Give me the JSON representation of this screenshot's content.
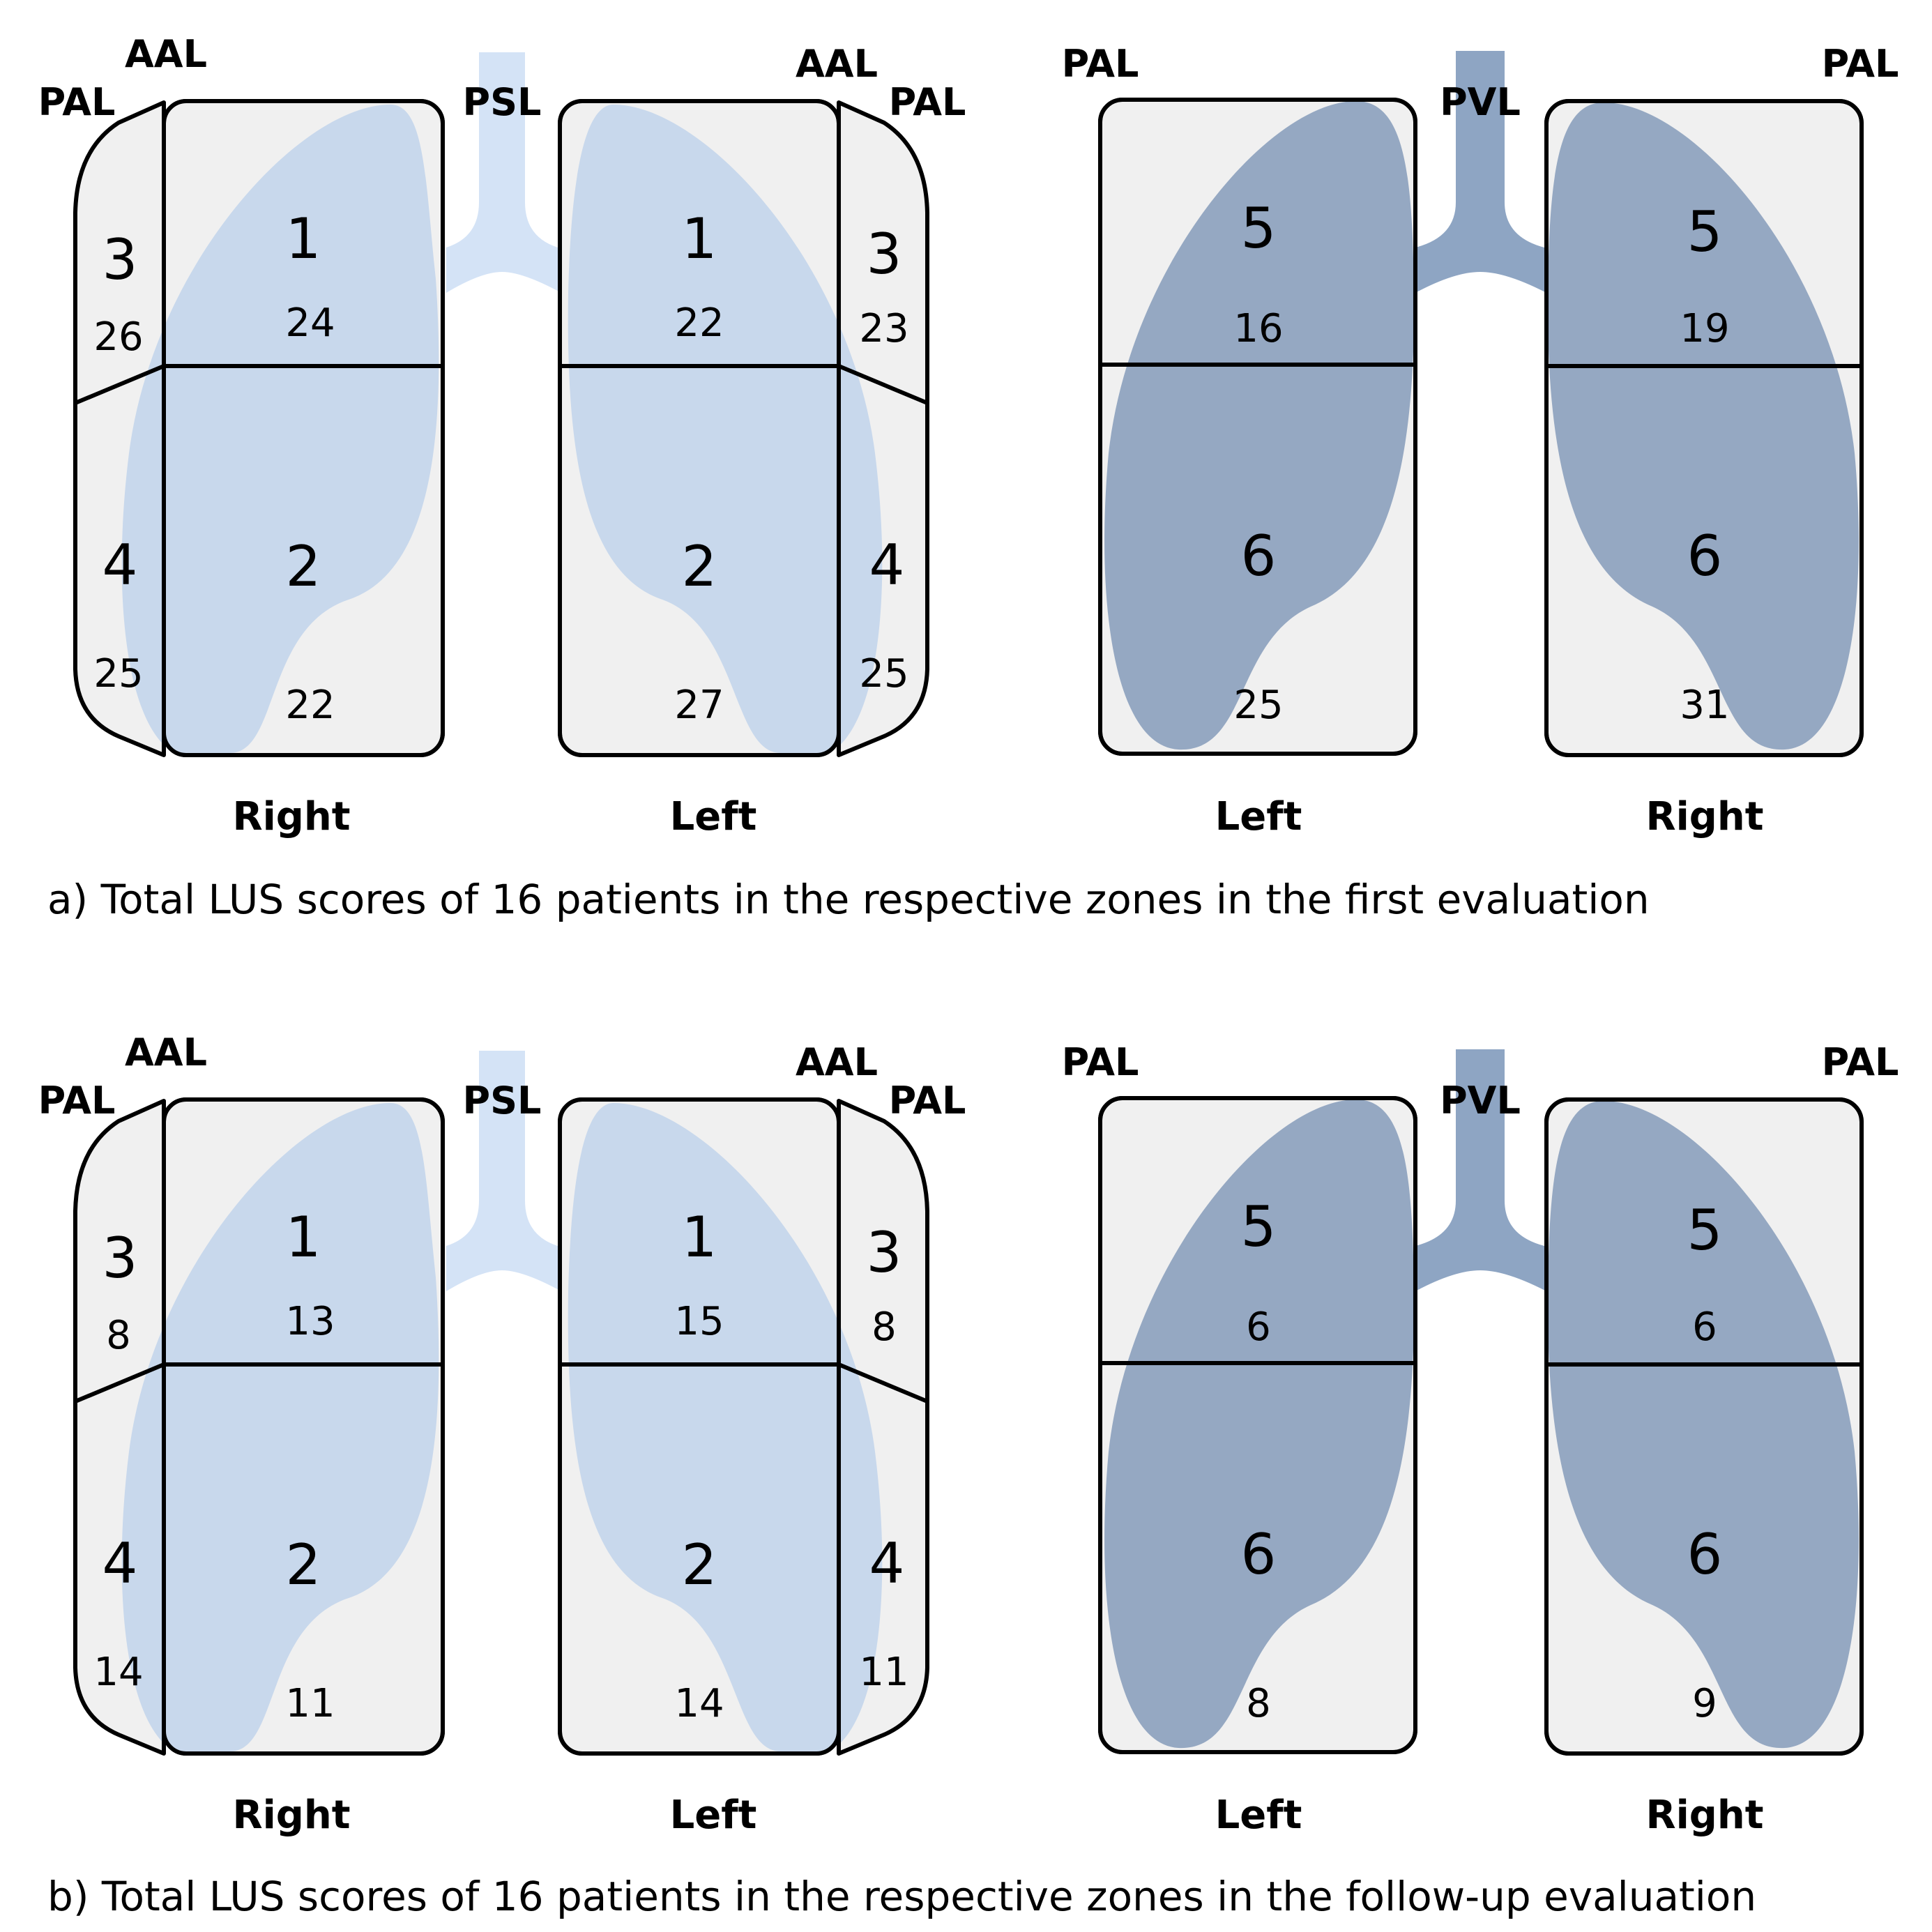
{
  "panels": [
    {
      "caption": "a) Total LUS scores of 16 patients in the respective zones in the first evaluation",
      "front": {
        "labels": {
          "aal_right": "AAL",
          "pal_right": "PAL",
          "psl": "PSL",
          "aal_left": "AAL",
          "pal_left": "PAL"
        },
        "right": {
          "side": "Right",
          "z1": "1",
          "s1": "24",
          "z2": "2",
          "s2": "22",
          "z3": "3",
          "s3": "26",
          "z4": "4",
          "s4": "25"
        },
        "left": {
          "side": "Left",
          "z1": "1",
          "s1": "22",
          "z2": "2",
          "s2": "27",
          "z3": "3",
          "s3": "23",
          "z4": "4",
          "s4": "25"
        }
      },
      "back": {
        "labels": {
          "pal_left": "PAL",
          "pvl": "PVL",
          "pal_right": "PAL"
        },
        "left": {
          "side": "Left",
          "z5": "5",
          "s5": "16",
          "z6": "6",
          "s6": "25"
        },
        "right": {
          "side": "Right",
          "z5": "5",
          "s5": "19",
          "z6": "6",
          "s6": "31"
        }
      }
    },
    {
      "caption": "b) Total LUS scores of 16 patients in the respective zones in the follow-up evaluation",
      "front": {
        "labels": {
          "aal_right": "AAL",
          "pal_right": "PAL",
          "psl": "PSL",
          "aal_left": "AAL",
          "pal_left": "PAL"
        },
        "right": {
          "side": "Right",
          "z1": "1",
          "s1": "13",
          "z2": "2",
          "s2": "11",
          "z3": "3",
          "s3": "8",
          "z4": "4",
          "s4": "14"
        },
        "left": {
          "side": "Left",
          "z1": "1",
          "s1": "15",
          "z2": "2",
          "s2": "14",
          "z3": "3",
          "s3": "8",
          "z4": "4",
          "s4": "11"
        }
      },
      "back": {
        "labels": {
          "pal_left": "PAL",
          "pvl": "PVL",
          "pal_right": "PAL"
        },
        "left": {
          "side": "Left",
          "z5": "5",
          "s5": "6",
          "z6": "6",
          "s6": "8"
        },
        "right": {
          "side": "Right",
          "z5": "5",
          "s5": "6",
          "z6": "6",
          "s6": "9"
        }
      }
    }
  ]
}
